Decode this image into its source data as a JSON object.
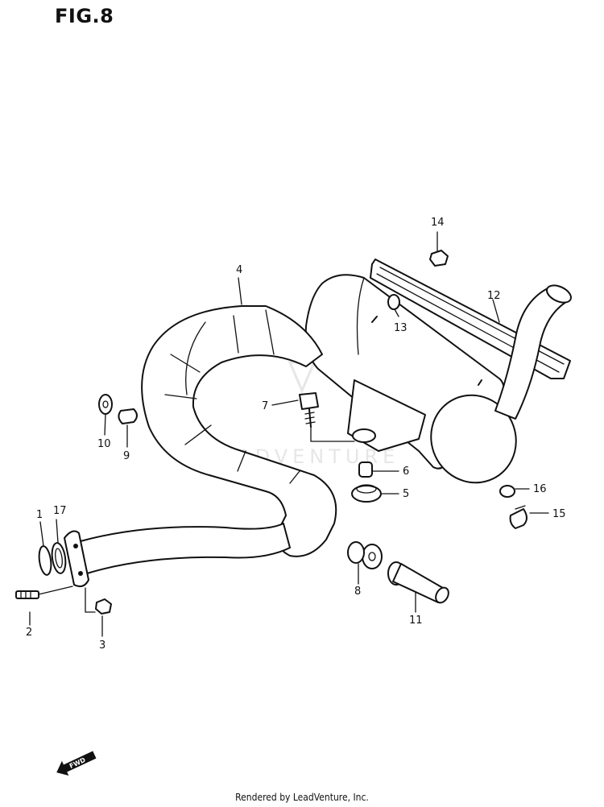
{
  "figure": {
    "title": "FIG.8"
  },
  "footer": {
    "text": "Rendered by LeadVenture, Inc."
  },
  "watermark": {
    "text": "LEADVENTURE"
  },
  "fwd_badge": {
    "text": "FWD"
  },
  "callouts": {
    "c1": "1",
    "c2": "2",
    "c3": "3",
    "c4": "4",
    "c5": "5",
    "c6": "6",
    "c7": "7",
    "c8": "8",
    "c9": "9",
    "c10": "10",
    "c11": "11",
    "c12": "12",
    "c13": "13",
    "c14": "14",
    "c15": "15",
    "c16": "16",
    "c17": "17"
  }
}
